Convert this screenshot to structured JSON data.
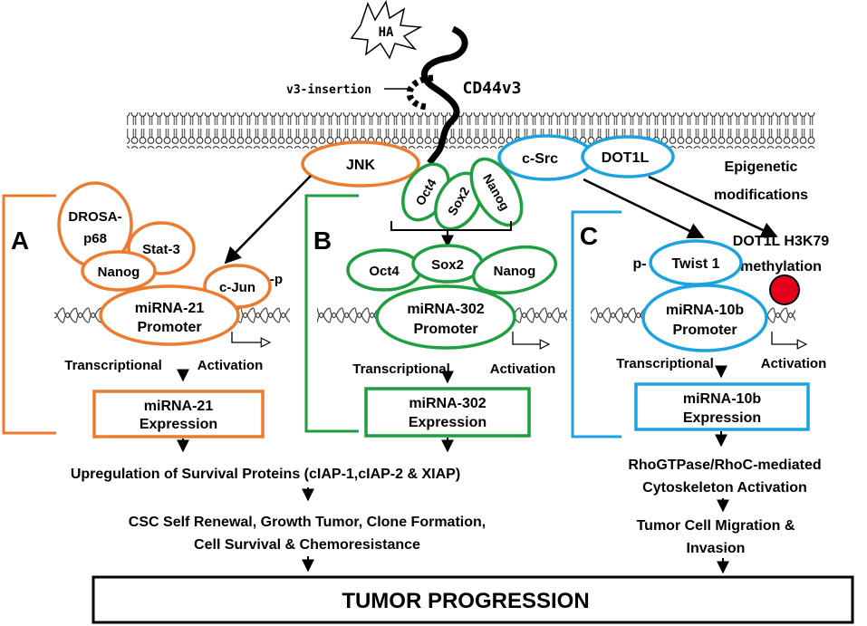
{
  "colors": {
    "orange": "#ec7b2f",
    "green": "#1e9e3e",
    "blue": "#1ba3e0",
    "red": "#e8001a",
    "black": "#000000"
  },
  "receptor": {
    "ligand": "HA",
    "insertion": "v3-insertion",
    "name": "CD44v3"
  },
  "membrane": {
    "kinases": {
      "jnk": "JNK",
      "csrc": "c-Src",
      "dot1l": "DOT1L"
    }
  },
  "epigenetic": {
    "line1": "Epigenetic",
    "line2": "modifications"
  },
  "dot1l_methylation": {
    "line1": "DOT1L H3K79",
    "line2": "methylation"
  },
  "panel_a": {
    "letter": "A",
    "complex": {
      "drosa1": "DROSA-",
      "drosa2": "p68",
      "stat3": "Stat-3",
      "nanog": "Nanog",
      "cjun": "c-Jun",
      "phospho": "-p"
    },
    "promoter": {
      "line1": "miRNA-21",
      "line2": "Promoter"
    },
    "transcriptional": "Transcriptional",
    "activation": "Activation",
    "expression": {
      "line1": "miRNA-21",
      "line2": "Expression"
    }
  },
  "panel_b": {
    "letter": "B",
    "upper_complex": {
      "oct4": "Oct4",
      "sox2": "Sox2",
      "nanog": "Nanog"
    },
    "complex": {
      "oct4": "Oct4",
      "sox2": "Sox2",
      "nanog": "Nanog"
    },
    "promoter": {
      "line1": "miRNA-302",
      "line2": "Promoter"
    },
    "transcriptional": "Transcriptional",
    "activation": "Activation",
    "expression": {
      "line1": "miRNA-302",
      "line2": "Expression"
    }
  },
  "panel_c": {
    "letter": "C",
    "phospho": "p-",
    "twist": "Twist 1",
    "promoter": {
      "line1": "miRNA-10b",
      "line2": "Promoter"
    },
    "transcriptional": "Transcriptional",
    "activation": "Activation",
    "expression": {
      "line1": "miRNA-10b",
      "line2": "Expression"
    }
  },
  "outcomes_left": {
    "upregulation": "Upregulation of Survival Proteins (cIAP-1,cIAP-2 & XIAP)",
    "csc_line1": "CSC Self Renewal, Growth Tumor, Clone Formation,",
    "csc_line2": "Cell Survival  & Chemoresistance"
  },
  "outcomes_right": {
    "rho_line1": "RhoGTPase/RhoC-mediated",
    "rho_line2": "Cytoskeleton Activation",
    "migration_line1": "Tumor Cell Migration &",
    "migration_line2": "Invasion"
  },
  "final": "TUMOR PROGRESSION"
}
